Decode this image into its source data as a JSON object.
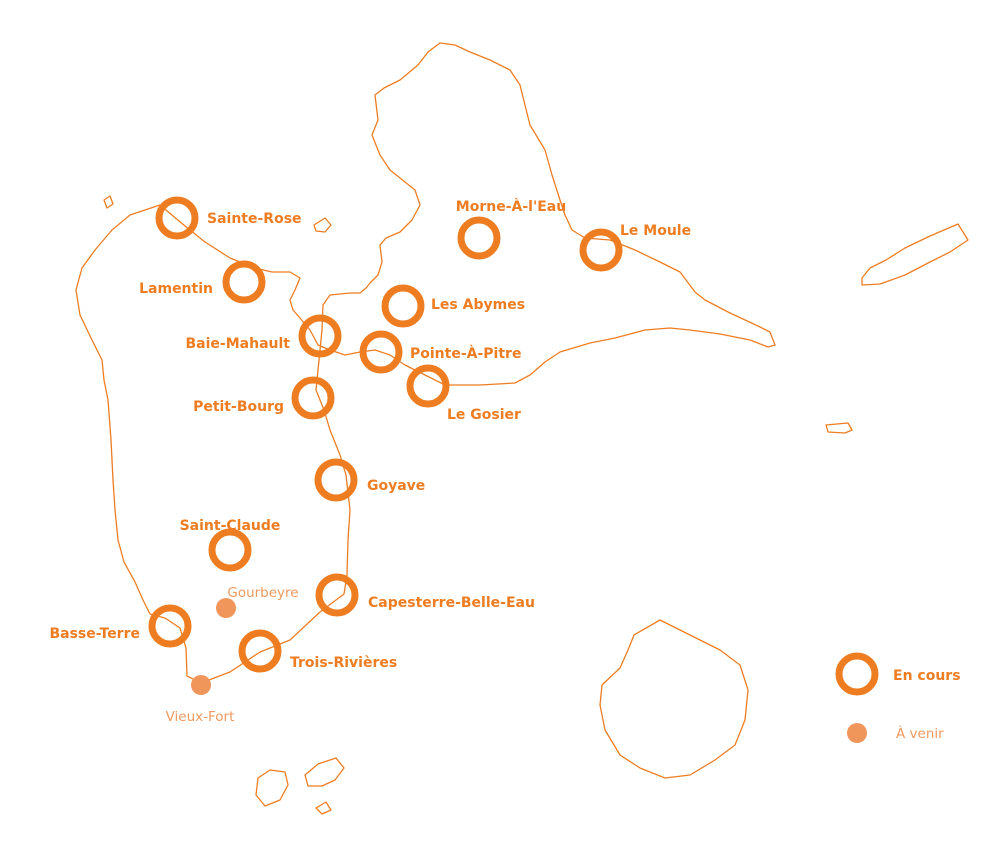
{
  "colors": {
    "coast": "#ee7d22",
    "en_cours": "#ee7d22",
    "a_venir": "#f0965a"
  },
  "towns_en_cours": [
    "Sainte-Rose",
    "Lamentin",
    "Baie-Mahault",
    "Petit-Bourg",
    "Goyave",
    "Saint-Claude",
    "Capesterre-Belle-Eau",
    "Basse-Terre",
    "Trois-Rivières",
    "Morne-À-l'Eau",
    "Le Moule",
    "Les Abymes",
    "Pointe-À-Pitre",
    "Le Gosier"
  ],
  "towns_a_venir": [
    "Gourbeyre",
    "Vieux-Fort"
  ],
  "legend": {
    "en_cours": "En cours",
    "a_venir": "À venir"
  }
}
